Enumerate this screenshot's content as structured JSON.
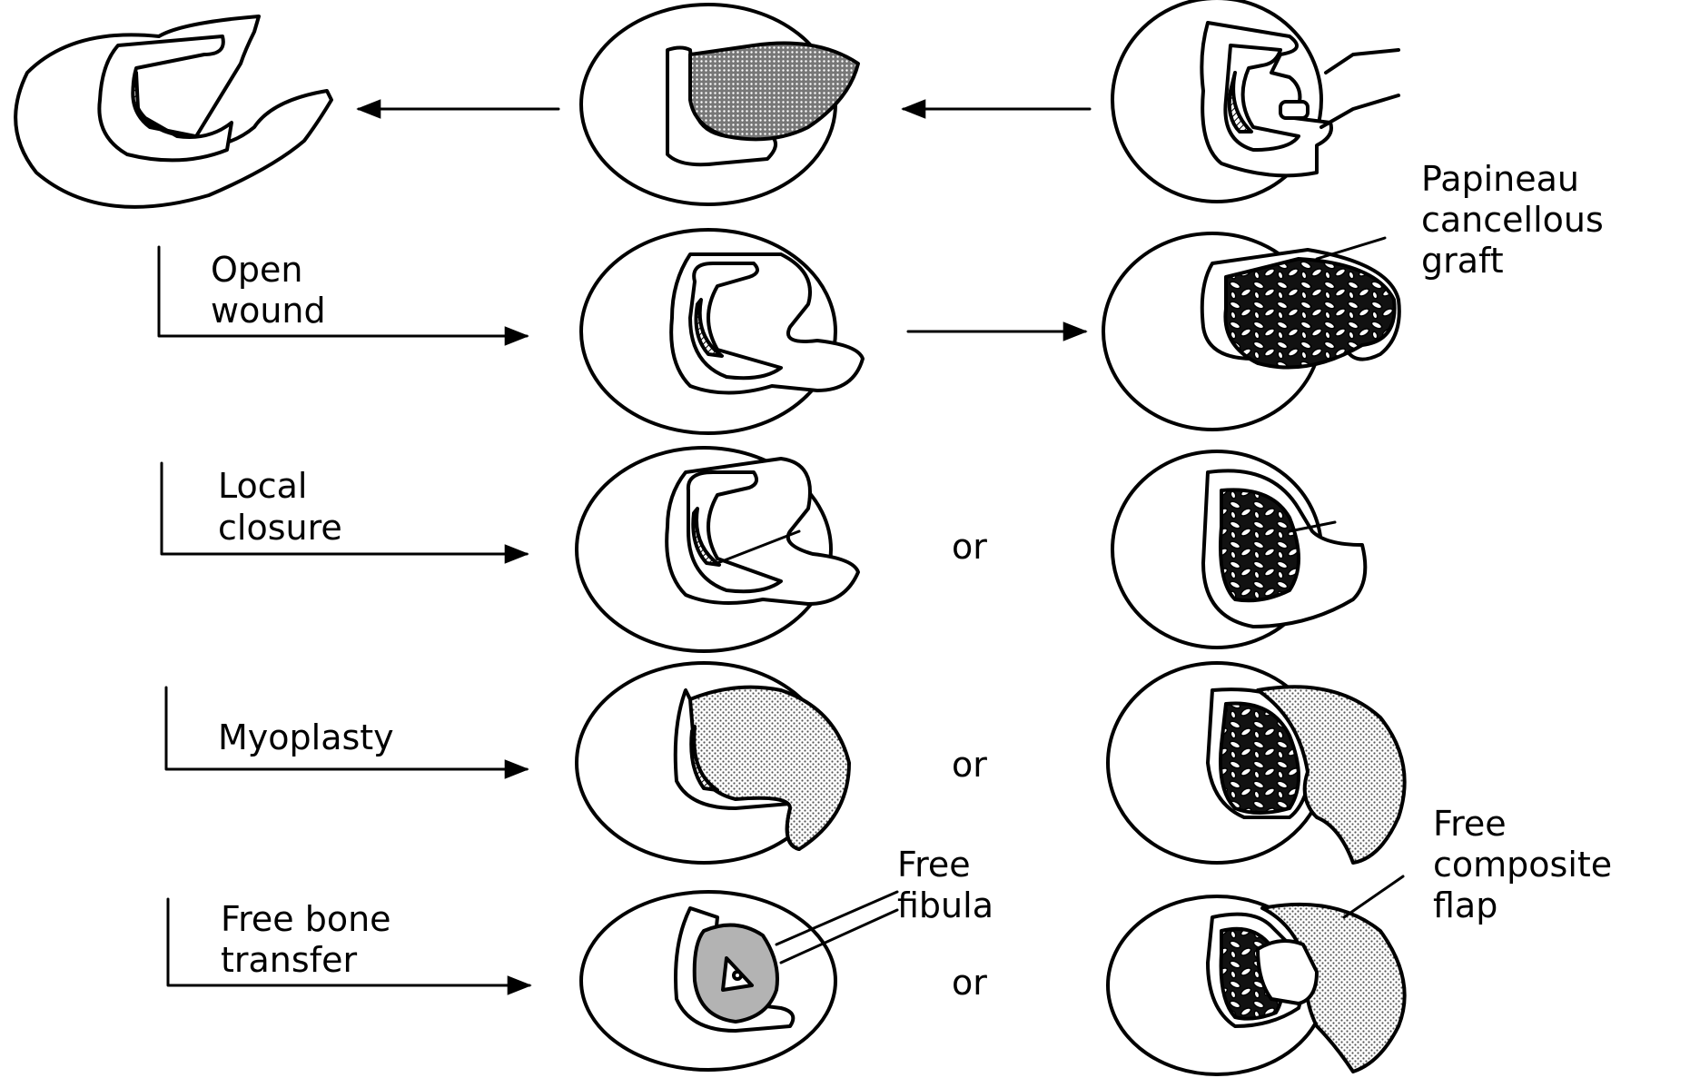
{
  "labels": {
    "open_wound": [
      "Open",
      "wound"
    ],
    "local_closure": [
      "Local",
      "closure"
    ],
    "myoplasty": [
      "Myoplasty"
    ],
    "free_bone_transfer": [
      "Free bone",
      "transfer"
    ],
    "papineau_graft": [
      "Papineau",
      "cancellous",
      "graft"
    ],
    "free_fibula": [
      "Free",
      "fibula"
    ],
    "free_composite_flap": [
      "Free",
      "composite",
      "flap"
    ],
    "or_text": "or"
  },
  "colors": {
    "ink": "#000000",
    "paper": "#ffffff",
    "stipple": "#cfcfcf"
  }
}
